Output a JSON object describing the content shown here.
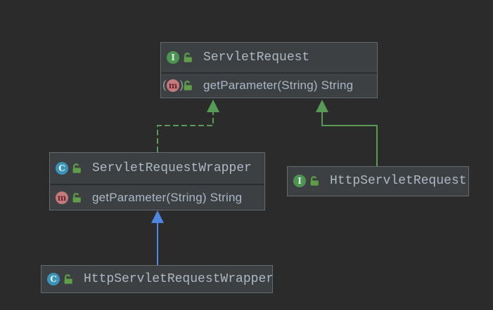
{
  "canvas": {
    "background": "#2b2b2b"
  },
  "diagram": {
    "nodes": [
      {
        "id": "ServletRequest",
        "kind": "interface",
        "badge": "I",
        "title": "ServletRequest",
        "members": [
          {
            "kind": "abstract-method",
            "badge": "m",
            "paren_open": "(",
            "paren_close": ")",
            "label": "getParameter(String) String"
          }
        ]
      },
      {
        "id": "ServletRequestWrapper",
        "kind": "class",
        "badge": "C",
        "title": "ServletRequestWrapper",
        "members": [
          {
            "kind": "method",
            "badge": "m",
            "label": "getParameter(String) String"
          }
        ]
      },
      {
        "id": "HttpServletRequest",
        "kind": "interface",
        "badge": "I",
        "title": "HttpServletRequest",
        "members": []
      },
      {
        "id": "HttpServletRequestWrapper",
        "kind": "class",
        "badge": "C",
        "title": "HttpServletRequestWrapper",
        "members": []
      }
    ],
    "edges": [
      {
        "from": "ServletRequestWrapper",
        "to": "ServletRequest",
        "type": "realization",
        "style": "dashed",
        "color": "#579b57"
      },
      {
        "from": "HttpServletRequest",
        "to": "ServletRequest",
        "type": "extension",
        "style": "solid",
        "color": "#579b57"
      },
      {
        "from": "HttpServletRequestWrapper",
        "to": "ServletRequestWrapper",
        "type": "extension",
        "style": "solid",
        "color": "#4e87e2"
      }
    ],
    "colors": {
      "node_fill": "#3d4043",
      "node_border": "#666b6e",
      "row_divider": "#2a2c2d",
      "title_text": "#adb8c3",
      "member_text": "#a9b7c6",
      "interface_icon": "#4c9550",
      "class_icon": "#3994b8",
      "method_icon": "#c47a7a",
      "lock_icon": "#5f9e49",
      "paren": "#9aa0a3"
    }
  }
}
